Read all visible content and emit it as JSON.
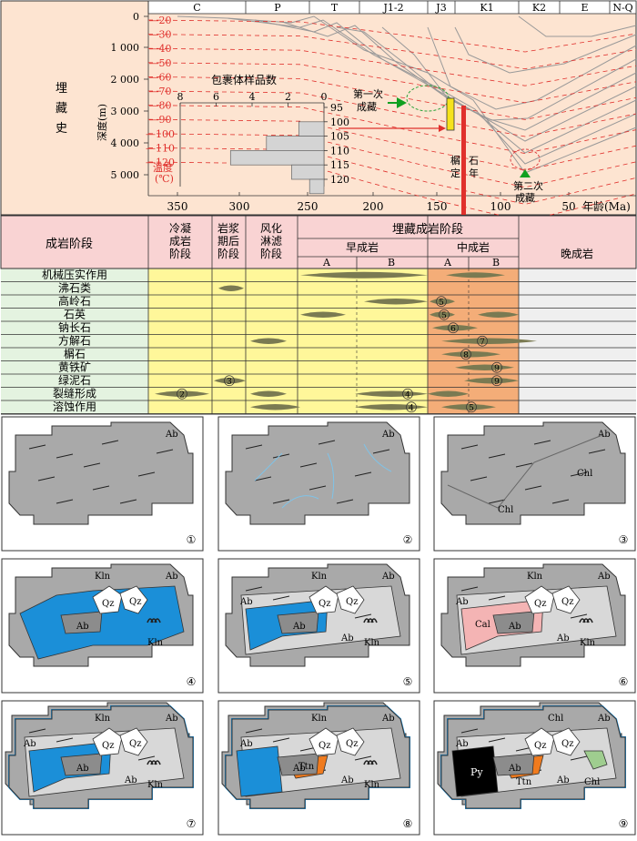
{
  "burial": {
    "side_title": [
      "埋",
      "藏",
      "史"
    ],
    "depth_axis_title": "深度(m)",
    "temp_axis_title": "温度",
    "depth_ticks": [
      "0",
      "1 000",
      "2 000",
      "3 000",
      "4 000",
      "5 000"
    ],
    "temp_ticks": [
      "20",
      "30",
      "40",
      "50",
      "60",
      "70",
      "80",
      "90",
      "100",
      "110",
      "120"
    ],
    "periods": [
      "C",
      "P",
      "T",
      "J1-2",
      "J3",
      "K1",
      "K2",
      "E",
      "N-Q"
    ],
    "age_ticks": [
      "350",
      "300",
      "250",
      "200",
      "150",
      "100",
      "50"
    ],
    "age_unit": "年龄(Ma)",
    "temp_legend": [
      "温度",
      "(℃)"
    ],
    "first_charge": [
      "第一次",
      "成藏"
    ],
    "second_charge": [
      "第二次",
      "成藏"
    ],
    "titanite_label": [
      "榍",
      "定"
    ],
    "stone_year_label": [
      "石",
      "年"
    ]
  },
  "inclusion_histogram": {
    "title": "包裹体样品数",
    "x_ticks": [
      "8",
      "6",
      "4",
      "2",
      "0"
    ],
    "y_ticks": [
      "95",
      "100",
      "105",
      "110",
      "115",
      "120"
    ],
    "bins": [
      {
        "temp": 95,
        "count": 0
      },
      {
        "temp": 100,
        "count": 1.4
      },
      {
        "temp": 105,
        "count": 3.2
      },
      {
        "temp": 110,
        "count": 5.2
      },
      {
        "temp": 115,
        "count": 1.8
      },
      {
        "temp": 120,
        "count": 0.8
      }
    ],
    "color": "#d4d4d4"
  },
  "diagenesis": {
    "header_stage": "成岩阶段",
    "cols": [
      "冷凝成岩阶段",
      "岩浆期后阶段",
      "风化淋滤阶段"
    ],
    "burial_stage": "埋藏成岩阶段",
    "early": "早成岩",
    "middle": "中成岩",
    "late": "晚成岩",
    "subA": "A",
    "subB": "B",
    "rows": [
      "机械压实作用",
      "沸石类",
      "高岭石",
      "石英",
      "钠长石",
      "方解石",
      "榍石",
      "黄铁矿",
      "绿泥石",
      "裂缝形成",
      "溶蚀作用"
    ],
    "colors": {
      "yellow": "#fff79a",
      "orange": "#f4ad78",
      "gray": "#efefef",
      "pink": "#f9d3d3",
      "green": "#e4f3e0"
    }
  },
  "panels": {
    "numbers": [
      "①",
      "②",
      "③",
      "④",
      "⑤",
      "⑥",
      "⑦",
      "⑧",
      "⑨"
    ],
    "labels": {
      "ab": "Ab",
      "kln": "Kln",
      "qz": "Qz",
      "chl": "Chl",
      "cal": "Cal",
      "ttn": "Ttn",
      "py": "Py"
    }
  }
}
